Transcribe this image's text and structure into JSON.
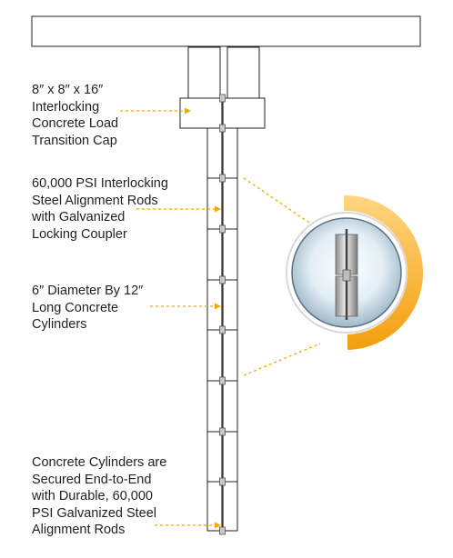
{
  "labels": {
    "cap": "8″ x 8″ x 16″\nInterlocking\nConcrete Load\nTransition Cap",
    "rods": "60,000 PSI Interlocking\nSteel Alignment Rods\nwith Galvanized\nLocking Coupler",
    "cylinders": "6″ Diameter By 12″\nLong Concrete\nCylinders",
    "secured": "Concrete Cylinders are\nSecured End-to-End\nwith Durable, 60,000\nPSI Galvanized Steel\nAlignment Rods"
  },
  "colors": {
    "outline": "#222222",
    "leader": "#f2a900",
    "ring": "#f5a623",
    "lens": "#cfe3ee"
  }
}
